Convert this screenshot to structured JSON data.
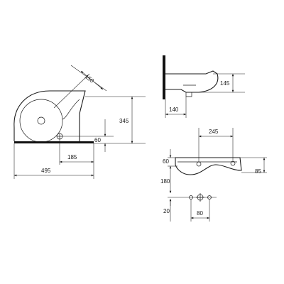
{
  "colors": {
    "line": "#1a1a1a",
    "background": "#ffffff",
    "wall": "#111111"
  },
  "top_view": {
    "dim_diameter": "150",
    "dim_height": "345",
    "dim_drain": "60",
    "dim_offset": "185",
    "dim_width": "495"
  },
  "side_view": {
    "dim_depth": "145",
    "dim_projection": "140"
  },
  "front_view": {
    "dim_taps": "245",
    "dim_top": "60",
    "dim_right": "85",
    "dim_mount": "180",
    "dim_bottom": "20",
    "dim_spacing": "80"
  }
}
